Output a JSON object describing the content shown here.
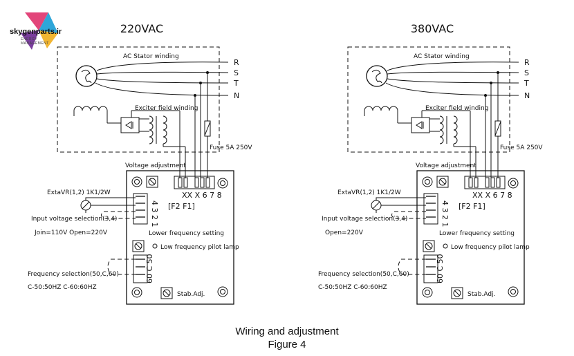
{
  "logo": {
    "text": "skygenparts.ir",
    "sub": "ENERGY MANAGEMENT"
  },
  "panels": [
    {
      "voltage": "220VAC",
      "stator": "AC Stator winding",
      "exciter": "Exciter field winding",
      "phases": [
        "R",
        "S",
        "T",
        "N"
      ],
      "fuse": "Fuse 5A 250V",
      "voltage_adj": "Voltage adjustment",
      "terminals_top": "XX X 6 7 8",
      "terminals_f": "[F2 F1]",
      "extvr": "ExtaVR(1,2) 1K1/2W",
      "input_sel": "Input voltage selection(3,4)",
      "input_join": "Join=110V Open=220V",
      "term_4321": "4 3 2 1",
      "lower_freq": "Lower frequency setting",
      "low_freq_lamp": "Low frequency pilot lamp",
      "freq_sel": "Frequency selection(50,C,60)",
      "freq_vals": "C-50:50HZ C-60:60HZ",
      "term_60c50": "60 C 50",
      "stab": "Stab.Adj."
    },
    {
      "voltage": "380VAC",
      "stator": "AC Stator winding",
      "exciter": "Exciter field winding",
      "phases": [
        "R",
        "S",
        "T",
        "N"
      ],
      "fuse": "Fuse 5A 250V",
      "voltage_adj": "Voltage adjustment",
      "terminals_top": "XX X 6 7 8",
      "terminals_f": "[F2 F1]",
      "extvr": "ExtaVR(1,2) 1K1/2W",
      "input_sel": "Input voltage selection(3,4)",
      "input_join": "Open=220V",
      "term_4321": "4 3 2 1",
      "lower_freq": "Lower frequency setting",
      "low_freq_lamp": "Low frequency pilot lamp",
      "freq_sel": "Frequency selection(50,C,60)",
      "freq_vals": "C-50:50HZ C-60:60HZ",
      "term_60c50": "60 C 50",
      "stab": "Stab.Adj."
    }
  ],
  "caption": {
    "line1": "Wiring and adjustment",
    "line2": "Figure 4"
  }
}
